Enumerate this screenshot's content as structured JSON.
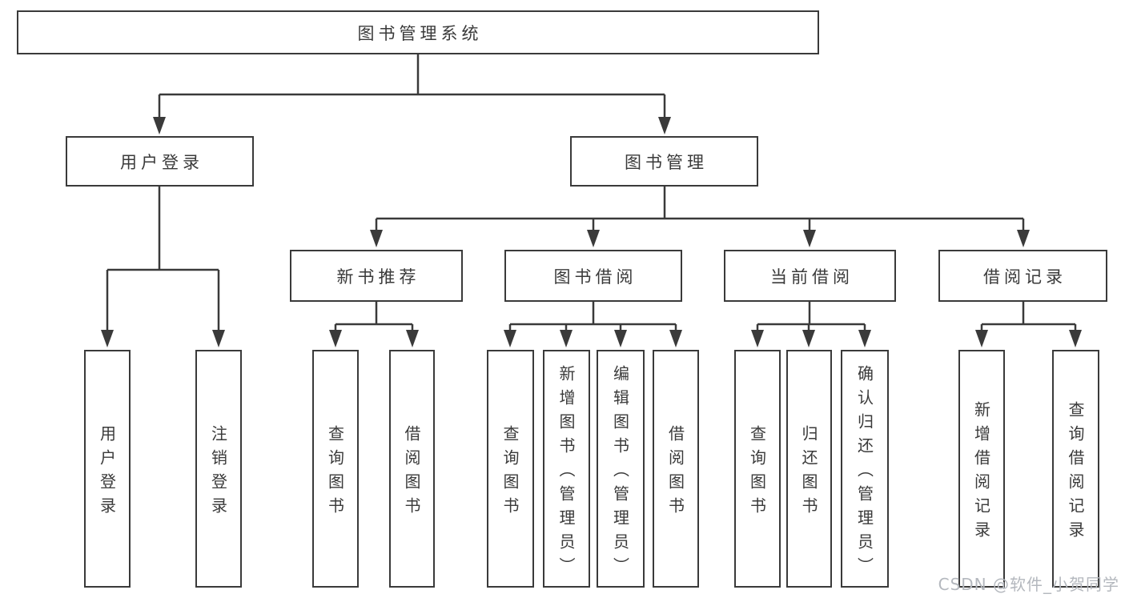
{
  "colors": {
    "line": "#3a3a3a",
    "text": "#3a3a3a",
    "box_background": "#ffffff",
    "page_background": "#ffffff",
    "watermark": "#b4b8be"
  },
  "watermark": "CSDN @软件_小贺同学",
  "diagram": {
    "root": {
      "label": "图书管理系统"
    },
    "level1": [
      {
        "id": "user-login",
        "label": "用户登录",
        "parent": "图书管理系统"
      },
      {
        "id": "book-management",
        "label": "图书管理",
        "parent": "图书管理系统"
      }
    ],
    "level2": [
      {
        "id": "new-book-recommend",
        "label": "新书推荐",
        "parent": "图书管理"
      },
      {
        "id": "book-borrow",
        "label": "图书借阅",
        "parent": "图书管理"
      },
      {
        "id": "current-borrow",
        "label": "当前借阅",
        "parent": "图书管理"
      },
      {
        "id": "borrow-records",
        "label": "借阅记录",
        "parent": "图书管理"
      }
    ],
    "leaves": [
      {
        "label": "用户登录",
        "parent": "用户登录"
      },
      {
        "label": "注销登录",
        "parent": "用户登录"
      },
      {
        "label": "查询图书",
        "parent": "新书推荐"
      },
      {
        "label": "借阅图书",
        "parent": "新书推荐"
      },
      {
        "label": "查询图书",
        "parent": "图书借阅"
      },
      {
        "label": "新增图书（管理员）",
        "parent": "图书借阅"
      },
      {
        "label": "编辑图书（管理员）",
        "parent": "图书借阅"
      },
      {
        "label": "借阅图书",
        "parent": "图书借阅"
      },
      {
        "label": "查询图书",
        "parent": "当前借阅"
      },
      {
        "label": "归还图书",
        "parent": "当前借阅"
      },
      {
        "label": "确认归还（管理员）",
        "parent": "当前借阅"
      },
      {
        "label": "新增借阅记录",
        "parent": "借阅记录"
      },
      {
        "label": "查询借阅记录",
        "parent": "借阅记录"
      }
    ]
  }
}
